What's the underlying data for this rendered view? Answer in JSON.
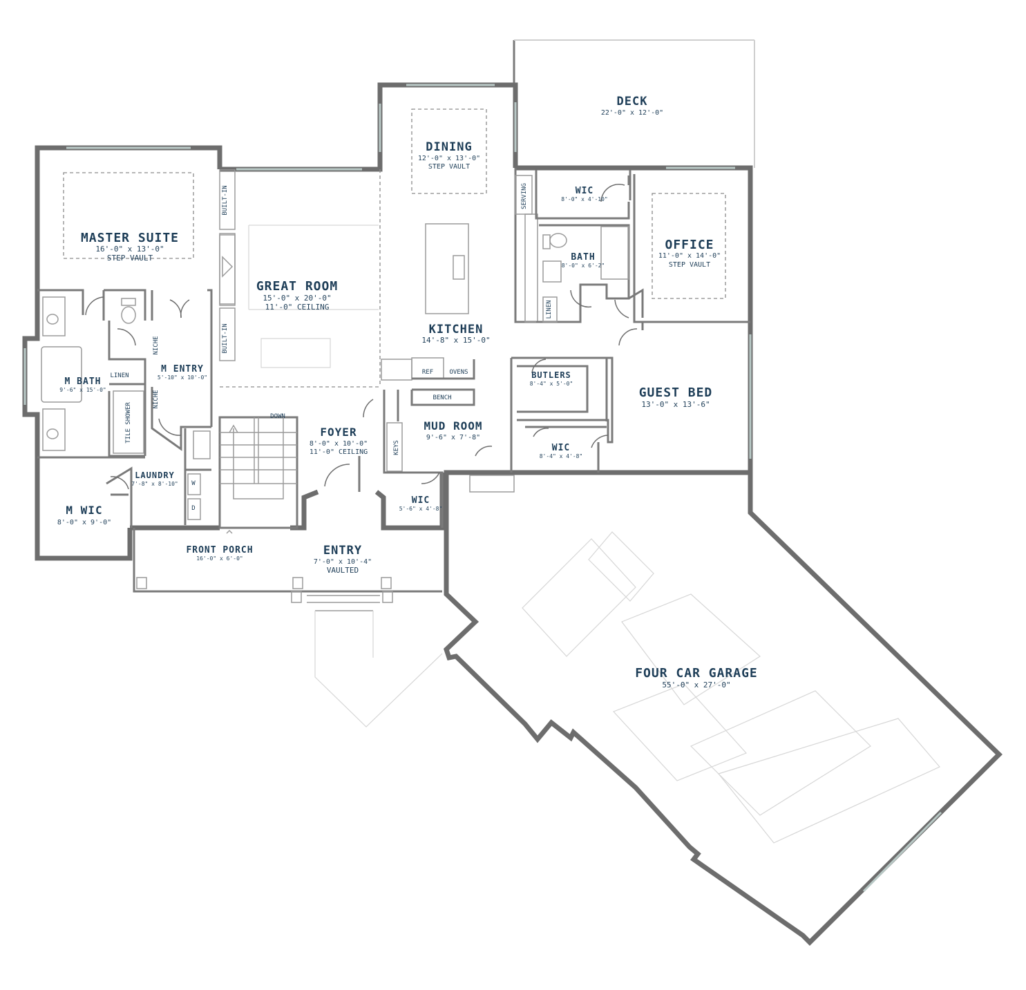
{
  "rooms": {
    "deck": {
      "name": "DECK",
      "dims": "22'-0\" x 12'-0\""
    },
    "dining": {
      "name": "DINING",
      "dims": "12'-0\" x 13'-0\"",
      "note": "STEP VAULT"
    },
    "master_suite": {
      "name": "MASTER SUITE",
      "dims": "16'-0\" x 13'-0\"",
      "note": "STEP VAULT"
    },
    "great_room": {
      "name": "GREAT ROOM",
      "dims": "15'-0\" x 20'-0\"",
      "note": "11'-0\" CEILING"
    },
    "kitchen": {
      "name": "KITCHEN",
      "dims": "14'-8\" x 15'-0\""
    },
    "wic_top": {
      "name": "WIC",
      "dims": "8'-0\" x 4'-10\""
    },
    "bath": {
      "name": "BATH",
      "dims": "8'-0\" x 6'-2\""
    },
    "office": {
      "name": "OFFICE",
      "dims": "11'-0\" x 14'-0\"",
      "note": "STEP VAULT"
    },
    "m_bath": {
      "name": "M BATH",
      "dims": "9'-6\" x 15'-0\""
    },
    "m_entry": {
      "name": "M ENTRY",
      "dims": "5'-10\" x 10'-0\""
    },
    "butlers": {
      "name": "BUTLERS",
      "dims": "8'-4\" x 5'-0\""
    },
    "guest_bed": {
      "name": "GUEST BED",
      "dims": "13'-0\" x 13'-6\""
    },
    "foyer": {
      "name": "FOYER",
      "dims": "8'-0\" x 10'-0\"",
      "note": "11'-0\" CEILING"
    },
    "mud_room": {
      "name": "MUD ROOM",
      "dims": "9'-6\" x 7'-8\""
    },
    "wic_guest": {
      "name": "WIC",
      "dims": "8'-4\" x 4'-8\""
    },
    "laundry": {
      "name": "LAUNDRY",
      "dims": "7'-8\" x 8'-10\""
    },
    "m_wic": {
      "name": "M WIC",
      "dims": "8'-0\" x 9'-0\""
    },
    "wic_mud": {
      "name": "WIC",
      "dims": "5'-6\" x 4'-8\""
    },
    "front_porch": {
      "name": "FRONT PORCH",
      "dims": "16'-0\" x 6'-0\""
    },
    "entry": {
      "name": "ENTRY",
      "dims": "7'-0\" x 10'-4\"",
      "note": "VAULTED"
    },
    "garage": {
      "name": "FOUR CAR GARAGE",
      "dims": "55'-0\" x 27'-0\""
    }
  },
  "labels": {
    "built_in_1": "BUILT-IN",
    "built_in_2": "BUILT-IN",
    "serving": "SERVING",
    "linen_bath": "LINEN",
    "linen_master": "LINEN",
    "niche_1": "NICHE",
    "niche_2": "NICHE",
    "tile_shower": "TILE SHOWER",
    "ref": "REF",
    "ovens": "OVENS",
    "bench": "BENCH",
    "keys": "KEYS",
    "down": "DOWN",
    "washer": "W",
    "dryer": "D"
  }
}
